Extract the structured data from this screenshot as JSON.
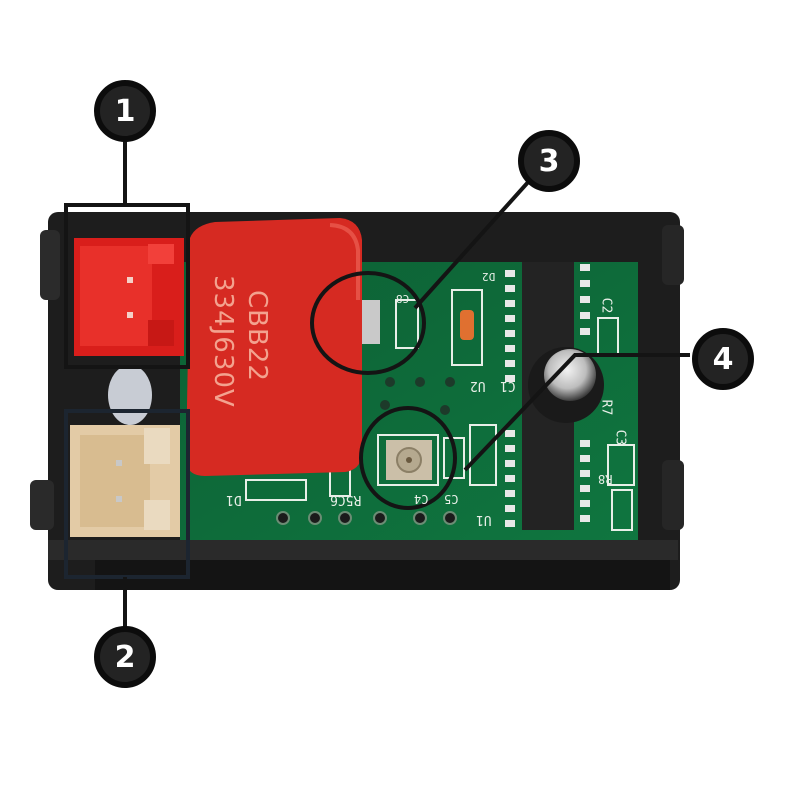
{
  "image": {
    "subject": "Panel meter PCB back view with numbered callouts",
    "background": "#ffffff"
  },
  "callouts": [
    {
      "number": "1",
      "target": "red 2-pin connector"
    },
    {
      "number": "2",
      "target": "beige 2-pin connector"
    },
    {
      "number": "3",
      "target": "trimmer potentiometer (upper)"
    },
    {
      "number": "4",
      "target": "trimmer potentiometer (lower)"
    }
  ],
  "capacitor": {
    "line1": "CBB22",
    "line2": "334J630V",
    "color": "#d62a22"
  },
  "silkscreen": {
    "d2": "D2",
    "c8": "C8",
    "u2": "U2",
    "c1": "C1",
    "c2": "C2",
    "r7": "R7",
    "c3": "C3",
    "r8": "R8",
    "d1": "D1",
    "r5c6": "R5C6",
    "c4": "C4",
    "c5": "C5",
    "u1": "U1"
  },
  "colors": {
    "pcb": "#0e6b3a",
    "housing": "#1e1e1e",
    "connector_red": "#e0201e",
    "connector_beige": "#e6cfae",
    "callout": "#141414"
  }
}
